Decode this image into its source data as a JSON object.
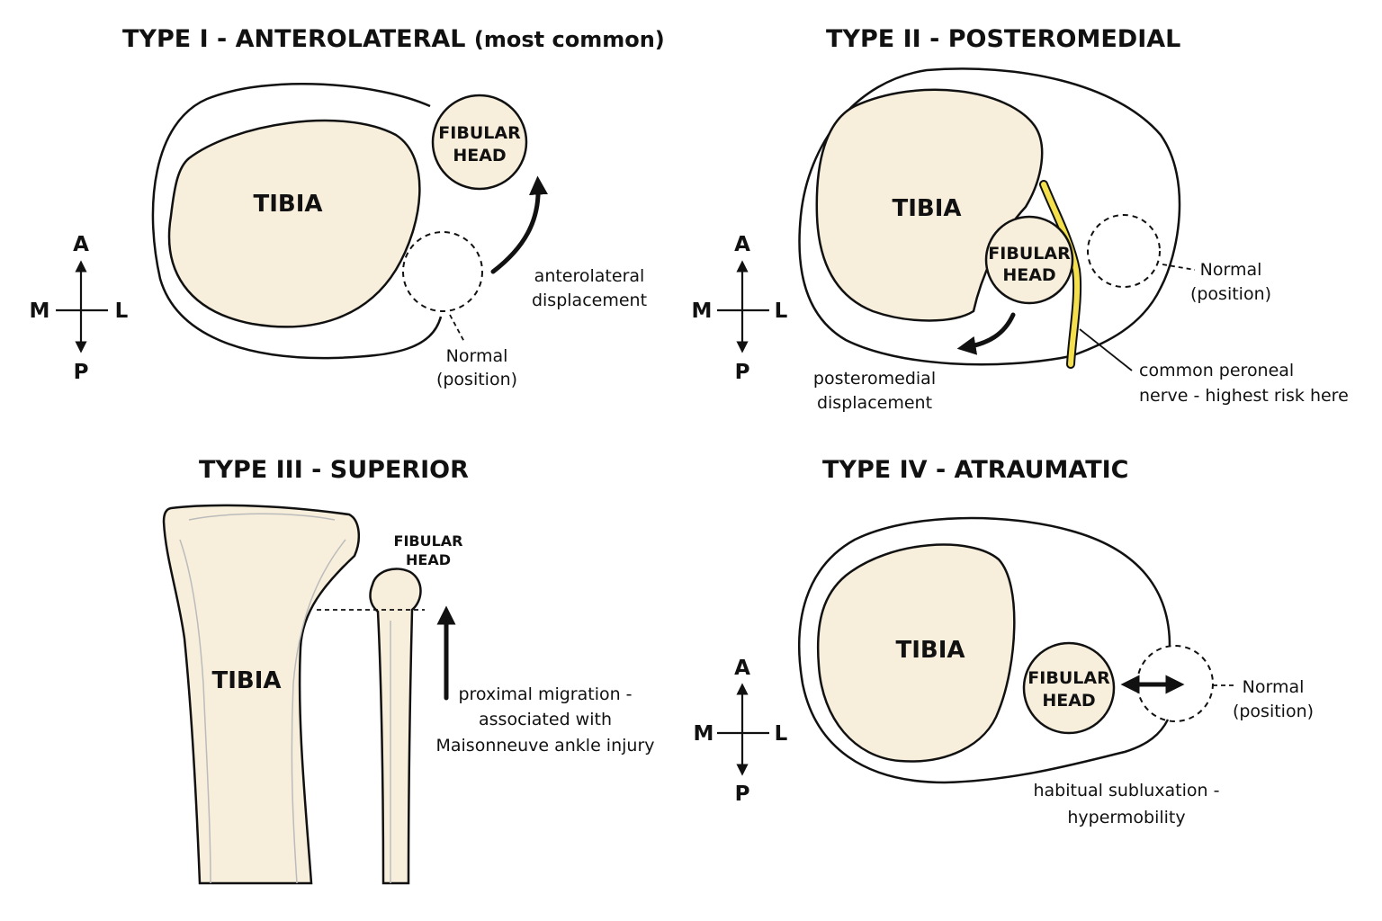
{
  "panels": {
    "type1": {
      "title": "TYPE I - ANTEROLATERAL",
      "title_suffix": "(most common)",
      "tibia_label": "TIBIA",
      "fibula_label": [
        "FIBULAR",
        "HEAD"
      ],
      "arrow_note": [
        "anterolateral",
        "displacement"
      ],
      "normal_note": [
        "Normal",
        "(position)"
      ]
    },
    "type2": {
      "title": "TYPE II - POSTEROMEDIAL",
      "tibia_label": "TIBIA",
      "fibula_label": [
        "FIBULAR",
        "HEAD"
      ],
      "arrow_note": [
        "posteromedial",
        "displacement"
      ],
      "normal_note": [
        "Normal",
        "(position)"
      ],
      "nerve_note": [
        "common peroneal",
        "nerve - highest risk here"
      ]
    },
    "type3": {
      "title": "TYPE III - SUPERIOR",
      "tibia_label": "TIBIA",
      "fibula_label": [
        "FIBULAR",
        "HEAD"
      ],
      "arrow_note": [
        "proximal migration -",
        "associated with",
        "Maisonneuve ankle injury"
      ]
    },
    "type4": {
      "title": "TYPE IV - ATRAUMATIC",
      "tibia_label": "TIBIA",
      "fibula_label": [
        "FIBULAR",
        "HEAD"
      ],
      "normal_note": [
        "Normal",
        "(position)"
      ],
      "bottom_note": [
        "habitual subluxation -",
        "hypermobility"
      ]
    }
  },
  "compass": {
    "anterior": "A",
    "posterior": "P",
    "medial": "M",
    "lateral": "L"
  },
  "colors": {
    "bone": "#f7efdc",
    "nerve": "#f4e04d",
    "outline": "#111111"
  }
}
